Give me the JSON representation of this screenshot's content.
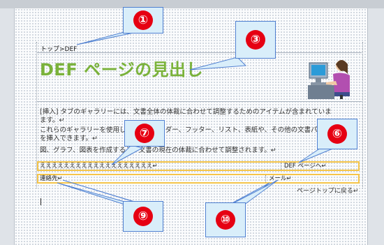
{
  "breadcrumb": "トップ>DEF",
  "heading": "DEF ページの見出し",
  "body_lines": [
    "[挿入] タブのギャラリーには、文書全体の体裁に合わせて調整するためのアイテムが含まれていま",
    "ます。↵",
    "これらのギャラリーを使用して、表やヘッダー、フッター、リスト、表紙や、その他の文書パーツ",
    "を挿入できます。↵",
    "図、グラフ、図表を作成すると、文書の現在の体裁に合わせて調整されます。↵"
  ],
  "row1": {
    "left": "えええええええええええええええええええ↵",
    "right": "DEF ページへ↵"
  },
  "row2": {
    "left": "連絡先↵",
    "right": "メール↵"
  },
  "back_to_top": "ページトップに戻る↵",
  "callouts": [
    "①",
    "③",
    "⑥",
    "⑦",
    "⑨",
    "⑩"
  ],
  "colors": {
    "heading": "#7ab23a",
    "callout_fill": "#d9eefa",
    "callout_border": "#4f7fd0",
    "callout_number": "#e60012",
    "row_highlight": "#f5c54a"
  }
}
